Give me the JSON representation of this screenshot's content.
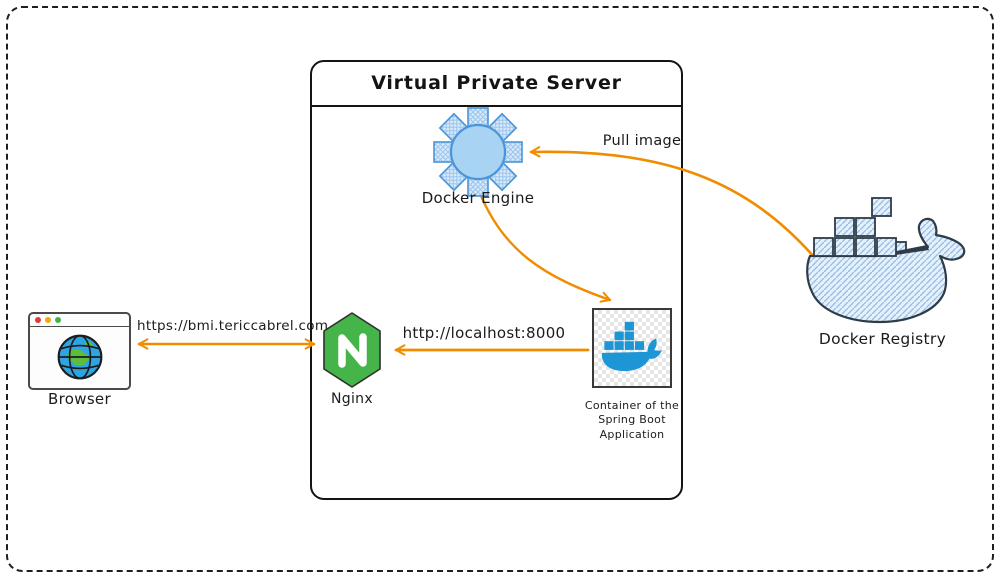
{
  "vps": {
    "title": "Virtual Private Server"
  },
  "nodes": {
    "docker_engine": {
      "label": "Docker Engine"
    },
    "browser": {
      "label": "Browser"
    },
    "nginx": {
      "label": "Nginx"
    },
    "container": {
      "lines": [
        "Container of the",
        "Spring Boot",
        "Application"
      ]
    },
    "docker_registry": {
      "label": "Docker Registry"
    }
  },
  "edges": {
    "pull_image": {
      "label": "Pull image",
      "from": "docker-registry",
      "to": "docker-engine"
    },
    "browser_nginx": {
      "label": "https://bmi.tericcabrel.com",
      "from": "nginx",
      "to": "browser",
      "bidirectional": true
    },
    "nginx_container": {
      "label": "http://localhost:8000",
      "from": "container",
      "to": "nginx"
    },
    "engine_container": {
      "from": "docker-engine",
      "to": "container"
    }
  },
  "colors": {
    "arrow": "#f08c00",
    "docker_blue": "#1e96d6",
    "nginx_green": "#45b549",
    "engine_fill": "#a9d3f3",
    "engine_stroke": "#4a94d8",
    "registry_fill": "#e4f0fc",
    "registry_stroke": "#2e3b48",
    "globe_blue": "#2ea4e2",
    "globe_land_green": "#5fbc3c"
  }
}
